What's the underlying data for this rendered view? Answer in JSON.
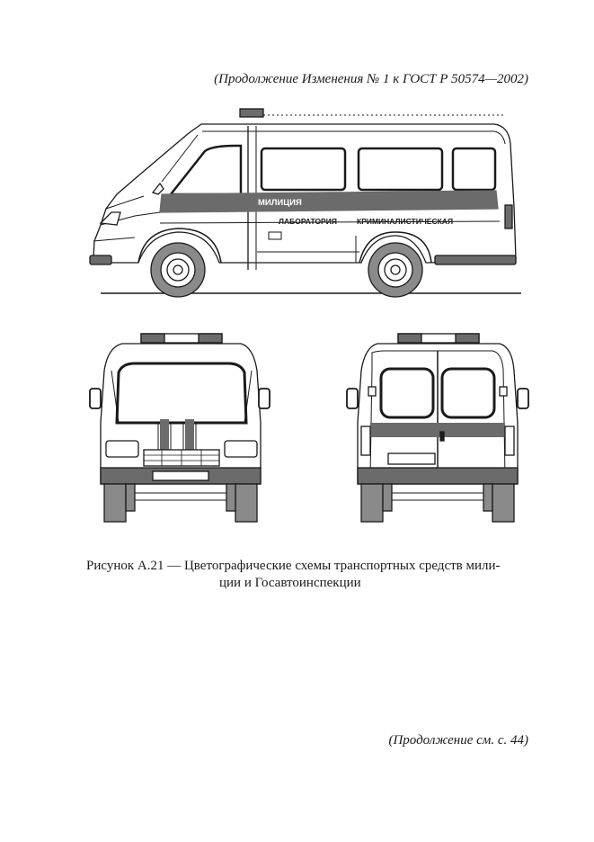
{
  "header": {
    "continuation": "(Продолжение Изменения № 1 к ГОСТ  Р 50574—2002)"
  },
  "figure": {
    "side_view": {
      "stripe_text": "МИЛИЦИЯ",
      "lab_text_1": "ЛАБОРАТОРИЯ",
      "lab_text_2": "КРИМИНАЛИСТИЧЕСКАЯ"
    },
    "caption_line1": "Рисунок А.21 — Цветографические  схемы  транспортных средств мили-",
    "caption_line2": "ции и Госавтоинспекции",
    "colors": {
      "stripe": "#6b6b6b",
      "tire": "#8a8a8a",
      "outline": "#1a1a1a"
    }
  },
  "footer": {
    "continuation": "(Продолжение см. с. 44)"
  }
}
